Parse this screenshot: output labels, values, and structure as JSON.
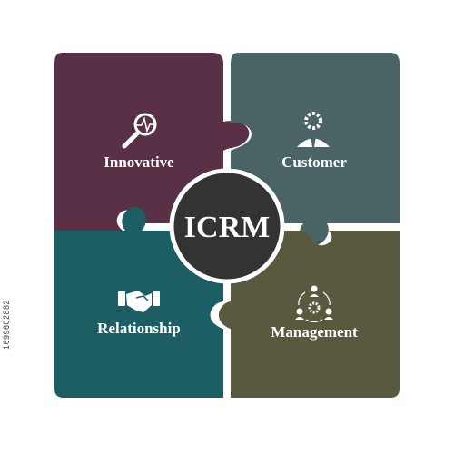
{
  "center": {
    "label": "ICRM"
  },
  "pieces": [
    {
      "label": "Innovative",
      "color": "#5a3046",
      "icon": "magnifier-pulse-icon"
    },
    {
      "label": "Customer",
      "color": "#4a6466",
      "icon": "gear-person-icon"
    },
    {
      "label": "Relationship",
      "color": "#1d5e64",
      "icon": "handshake-icon"
    },
    {
      "label": "Management",
      "color": "#59593f",
      "icon": "team-network-icon"
    }
  ],
  "colors": {
    "center_fill": "#333333",
    "center_stroke": "#ffffff",
    "background": "#ffffff"
  },
  "stock_id": "1699602882"
}
